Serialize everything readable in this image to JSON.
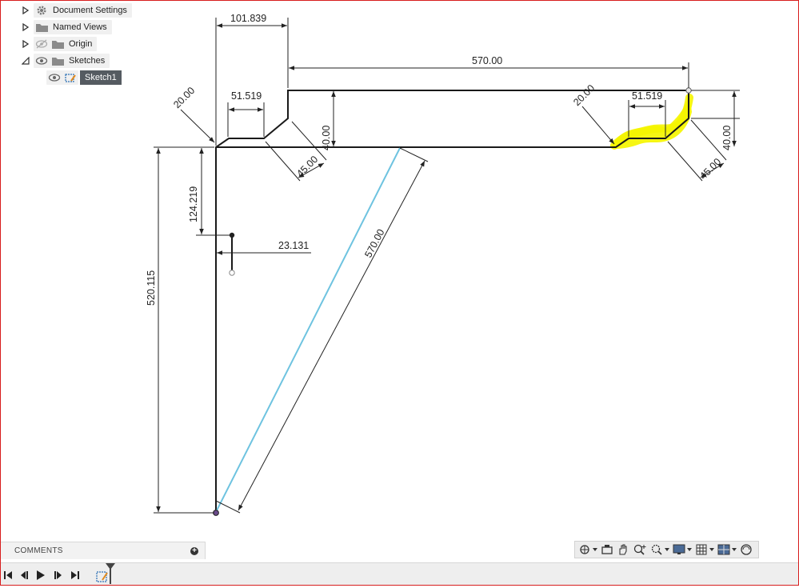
{
  "browser": {
    "items": [
      {
        "label": "Document Settings",
        "icon": "gear-icon"
      },
      {
        "label": "Named Views",
        "icon": "folder-icon"
      },
      {
        "label": "Origin",
        "icon": "folder-icon",
        "visibility": "hidden-eye-icon"
      },
      {
        "label": "Sketches",
        "icon": "folder-icon",
        "visibility": "eye-icon"
      }
    ],
    "sketch": {
      "label": "Sketch1",
      "icon": "sketch-icon"
    }
  },
  "dimensions": {
    "top_offset": "101.839",
    "top_length": "570.00",
    "left_chamfer": "20.00",
    "left_flat": "51.519",
    "left_height": "40.00",
    "left_angle": "45.00",
    "right_chamfer": "20.00",
    "right_flat": "51.519",
    "right_height": "40.00",
    "right_angle": "45.00",
    "vertical_offset": "124.219",
    "horizontal_offset": "23.131",
    "total_height": "520.115",
    "diagonal_length": "570.00"
  },
  "colors": {
    "construction_line": "#6ec3e0",
    "highlight": "#f5f500",
    "geometry": "#1a1a1a",
    "endpoint": "#6a4a8a"
  },
  "comments": {
    "label": "COMMENTS"
  },
  "navbar": {
    "tools": [
      "orbit-icon",
      "look-at-icon",
      "pan-icon",
      "zoom-icon",
      "fit-icon",
      "display-settings-icon",
      "grid-icon",
      "viewports-icon",
      "effects-icon"
    ]
  },
  "timeline": {
    "controls": [
      "skip-to-start-icon",
      "step-back-icon",
      "play-icon",
      "step-forward-icon",
      "skip-to-end-icon"
    ],
    "feature_icon": "sketch-feature-icon"
  }
}
